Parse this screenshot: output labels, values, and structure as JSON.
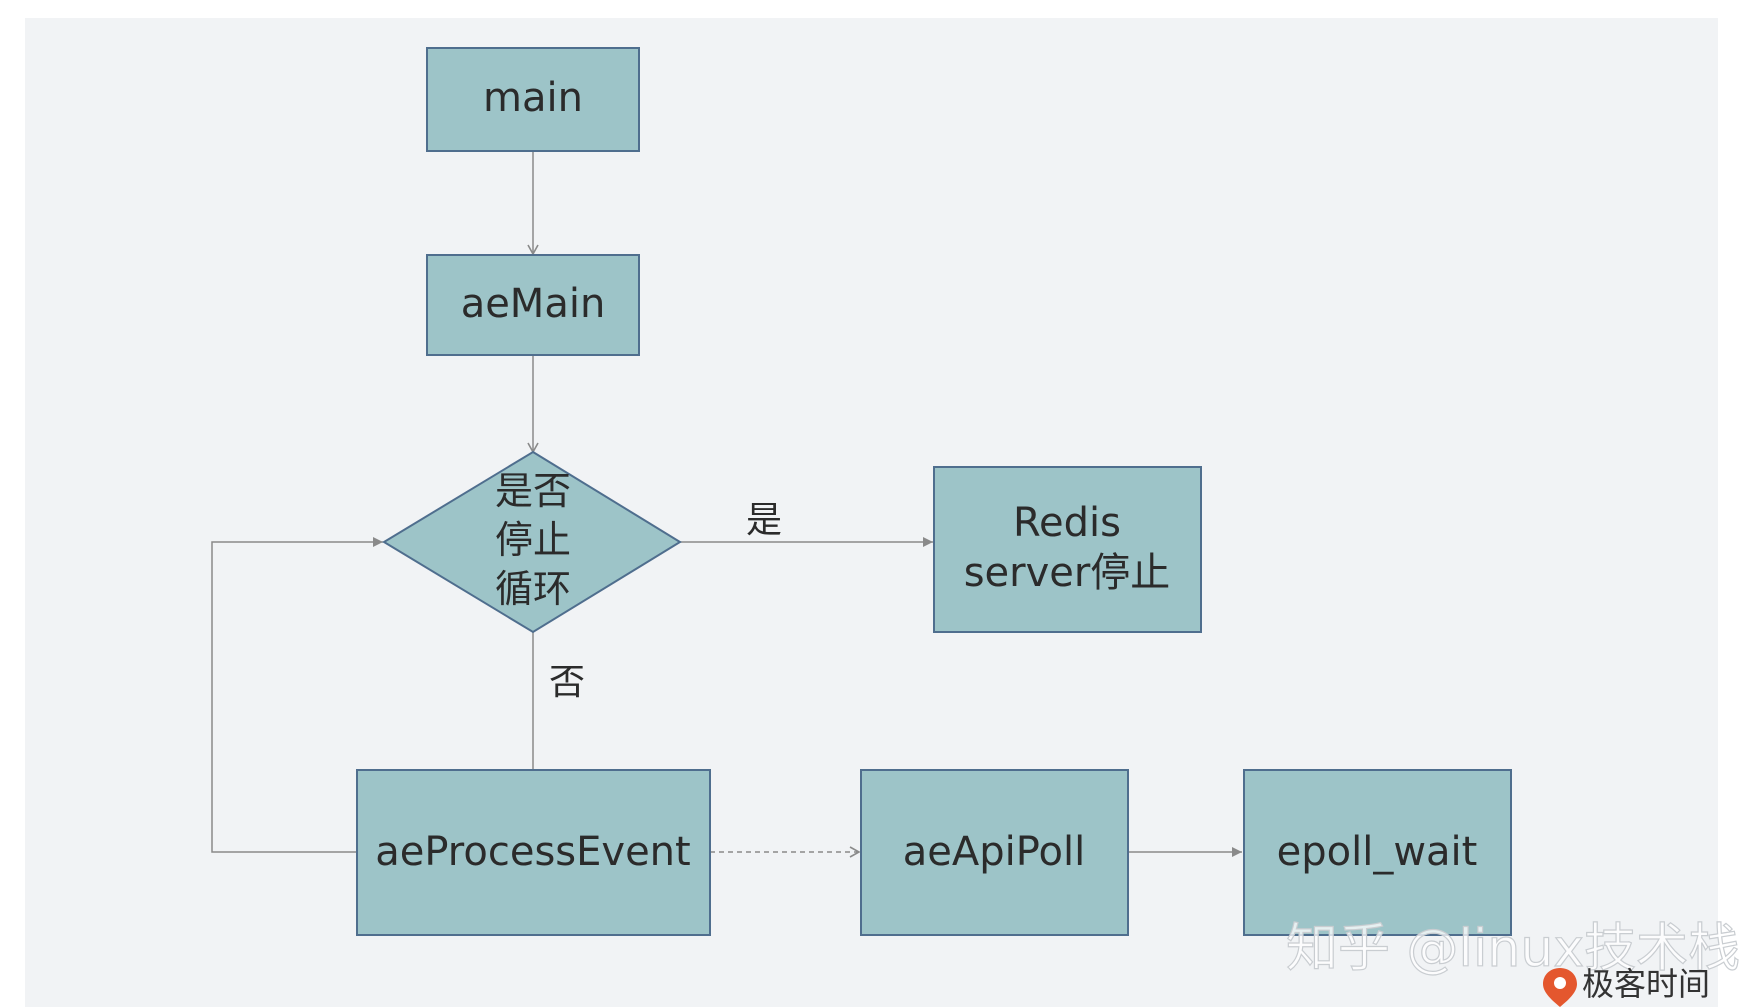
{
  "diagram": {
    "nodes": {
      "main": {
        "label": "main"
      },
      "aeMain": {
        "label": "aeMain"
      },
      "decision": {
        "lines": [
          "是否",
          "停止",
          "循环"
        ]
      },
      "redis_stop": {
        "lines": [
          "Redis",
          "server停止"
        ]
      },
      "aeProcessEvent": {
        "label": "aeProcessEvent"
      },
      "aeApiPoll": {
        "label": "aeApiPoll"
      },
      "epoll_wait": {
        "label": "epoll_wait"
      }
    },
    "edges": {
      "yes_label": "是",
      "no_label": "否"
    }
  },
  "watermark": {
    "text": "知乎 @linux技术栈",
    "brand": "极客时间"
  },
  "colors": {
    "panel": "#f1f3f5",
    "node_fill": "#9dc4c8",
    "node_stroke": "#4f6e8e",
    "edge": "#8a8a8a",
    "brand_icon": "#e4572e"
  }
}
